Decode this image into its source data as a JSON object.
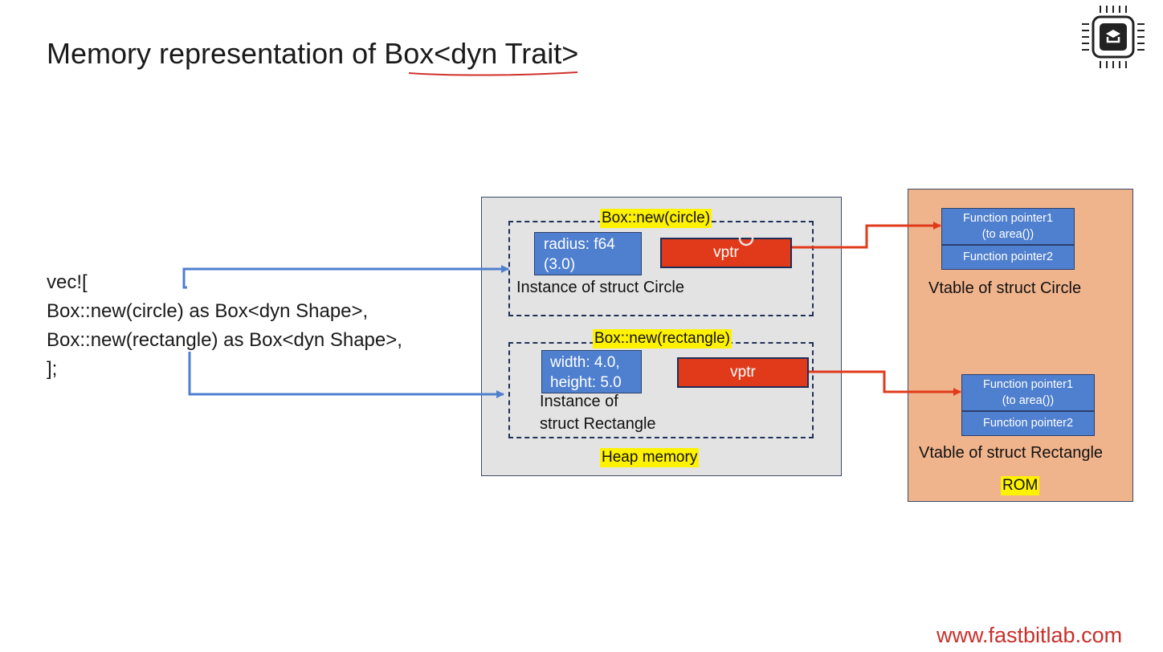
{
  "slide": {
    "title": "Memory representation of Box<dyn Trait>",
    "code_lines": [
      "vec![",
      "Box::new(circle) as Box<dyn Shape>,",
      "Box::new(rectangle) as Box<dyn Shape>,",
      " ];"
    ],
    "website": "www.fastbitlab.com"
  },
  "heap": {
    "label": "Heap memory",
    "circle_box": {
      "title": "Box::new(circle)",
      "field_line1": "radius: f64",
      "field_line2": "(3.0)",
      "vptr": "vptr",
      "instance_label": "Instance of struct Circle"
    },
    "rect_box": {
      "title": "Box::new(rectangle)",
      "field_line1": "width: 4.0,",
      "field_line2": "height: 5.0",
      "vptr": "vptr",
      "instance_line1": "Instance of",
      "instance_line2": "struct Rectangle"
    }
  },
  "rom": {
    "label": "ROM",
    "circle_vtable": {
      "fp1_line1": "Function pointer1",
      "fp1_line2": "(to area())",
      "fp2": "Function pointer2",
      "label": "Vtable of struct Circle"
    },
    "rect_vtable": {
      "fp1_line1": "Function pointer1",
      "fp1_line2": "(to area())",
      "fp2": "Function pointer2",
      "label": "Vtable of struct Rectangle"
    }
  },
  "colors": {
    "arrow_blue": "#4f7fcf",
    "arrow_red": "#e13a1b",
    "highlight": "#fff200",
    "rom_fill": "#f0b48d",
    "heap_fill": "#e3e3e3"
  }
}
